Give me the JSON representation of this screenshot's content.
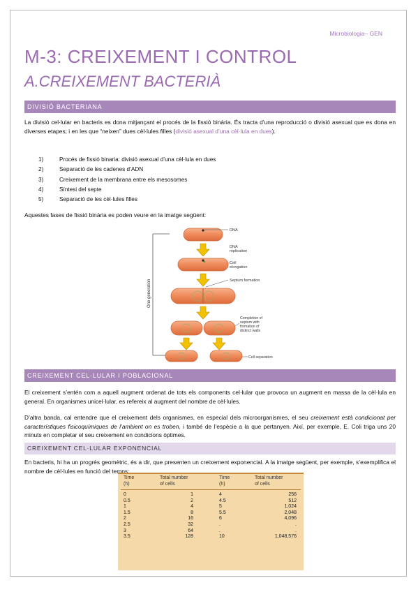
{
  "header": {
    "course": "Microbiologia– GEN"
  },
  "title": "M-3: CREIXEMENT I CONTROL",
  "subtitle": "A.CREIXEMENT BACTERIÀ",
  "section1": {
    "heading": "DIVISIÓ BACTERIANA",
    "intro_a": "La divisió cel·lular en bacteris es dona mitjançant el procés de la fissió binària. És tracta d’una reproducció o divisió asexual que es dona en diverses etapes; i en les que “neixen” dues cèl·lules filles (",
    "intro_link": "divisió asexual d’una cèl·lula en dues",
    "intro_b": ").",
    "steps": [
      {
        "num": "1)",
        "text": "Procés de fissió binaria: divisió asexual d’una cèl·lula en dues"
      },
      {
        "num": "2)",
        "text": "Separació de les cadenes d’ADN"
      },
      {
        "num": "3)",
        "text": "Creixement de la membrana entre els mesosomes"
      },
      {
        "num": "4)",
        "text": "Síntesi del septe"
      },
      {
        "num": "5)",
        "text": "Separació de les cèl·lules filles"
      }
    ],
    "figure_intro": "Aquestes fases de fissió binària es poden veure en la imatge següent:"
  },
  "diagram": {
    "side_label": "One generation",
    "labels": {
      "dna": "DNA",
      "dna_replication_1": "DNA",
      "dna_replication_2": "replication",
      "elongation_1": "Cell",
      "elongation_2": "elongation",
      "septum": "Septum formation",
      "completion_1": "Completion of",
      "completion_2": "septum with",
      "completion_3": "formation of",
      "completion_4": "distinct walls",
      "separation": "Cell separation"
    },
    "colors": {
      "cell": "#ef8a5a",
      "cell_edge": "#d4693a",
      "arrow": "#f2c200",
      "arrow_edge": "#b88f00"
    }
  },
  "section2": {
    "heading": "CREIXEMENT CEL·LULAR I POBLACIONAL",
    "para1": "El creixement s’entén com a aquell augment ordenat de tots els components cel·lular que provoca un augment en massa de la cèl·lula en general. En organismes unicel·lular, es refereix al augment del nombre de cèl·lules.",
    "para2_a": "D’altra banda, cal entendre que el creixement dels organismes, en especial dels microorganismes, el seu ",
    "para2_italic": "creixement està condicionat per característiques fisicoquímiques de l’ambient on es troben",
    "para2_b": ", i també de l’espècie a la que pertanyen. Així, per exemple, E. Coli triga uns 20 minuts en completar el seu creixement en condicions òptimes."
  },
  "section3": {
    "heading": "CREIXEMENT CEL·LULAR EXPONENCIAL",
    "para": "En bacteris, hi ha un progrés geomètric, és a dir, que presenten un creixement exponencial. A la imatge següent, per exemple, s’exemplifica el nombre de cèl·lules en funció del temps:"
  },
  "growth_table": {
    "headers": {
      "time": "Time",
      "time_unit": "(h)",
      "total": "Total number",
      "total_unit": "of cells"
    },
    "left": {
      "time": [
        "0",
        "0.5",
        "1",
        "1.5",
        "2",
        "2.5",
        "3",
        "3.5"
      ],
      "cells": [
        "1",
        "2",
        "4",
        "8",
        "16",
        "32",
        "64",
        "128"
      ]
    },
    "right": {
      "time": [
        "4",
        "4.5",
        "5",
        "5.5",
        "6",
        ".",
        ".",
        "10"
      ],
      "cells": [
        "256",
        "512",
        "1,024",
        "2,048",
        "4,096",
        ".",
        ".",
        "1,048,576"
      ]
    }
  }
}
